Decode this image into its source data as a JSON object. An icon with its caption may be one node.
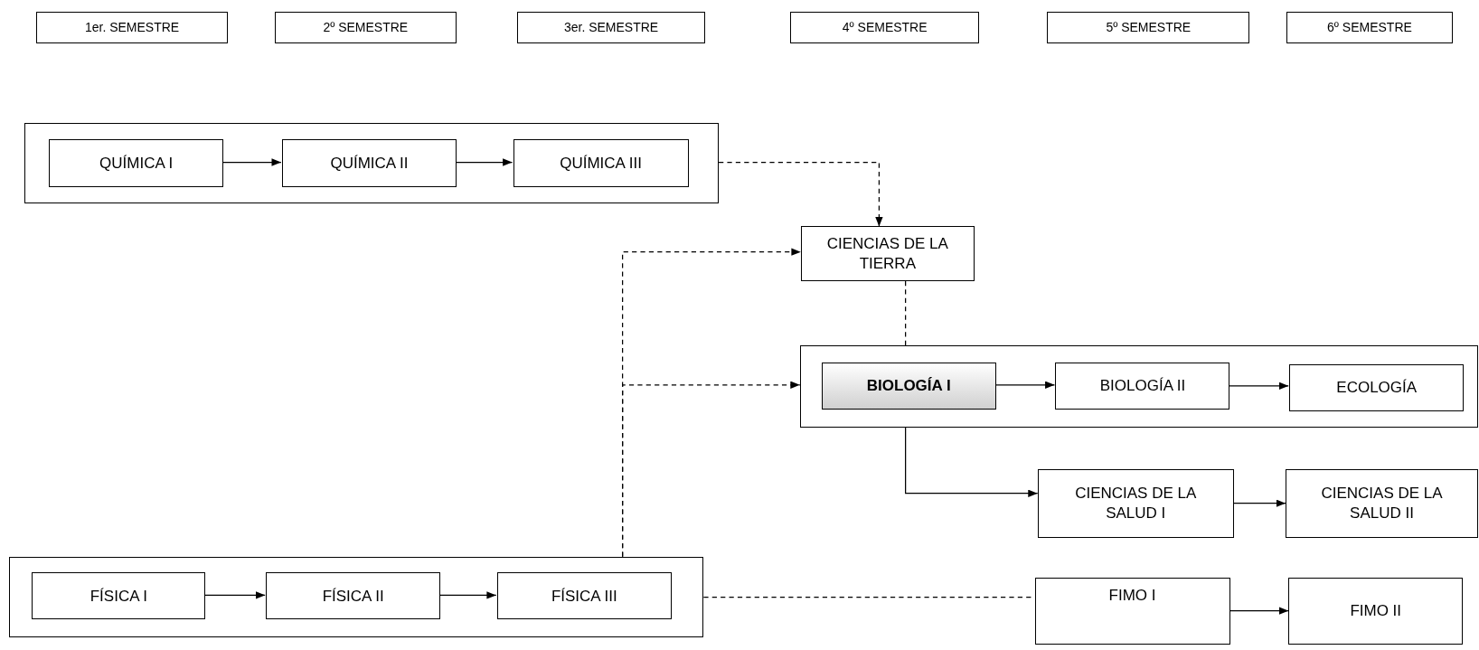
{
  "diagram": {
    "nodes": [
      {
        "text": [
          "1er. SEMESTRE"
        ]
      },
      {
        "text": [
          "2º SEMESTRE"
        ]
      },
      {
        "text": [
          "3er. SEMESTRE"
        ]
      },
      {
        "text": [
          "4º SEMESTRE"
        ]
      },
      {
        "text": [
          "5º SEMESTRE"
        ]
      },
      {
        "text": [
          "6º SEMESTRE"
        ]
      },
      {
        "text": [],
        "shape": "box"
      },
      {
        "text": [
          "QUÍMICA I"
        ],
        "in": 6
      },
      {
        "text": [
          "QUÍMICA II"
        ],
        "in": 6
      },
      {
        "text": [
          "QUÍMICA III"
        ],
        "in": 6
      },
      {
        "text": [
          "CIENCIAS DE LA TIERRA"
        ]
      },
      {
        "text": [],
        "shape": "box"
      },
      {
        "text": [
          "BIOLOGÍA I"
        ],
        "in": 11
      },
      {
        "text": [
          "BIOLOGÍA II"
        ],
        "in": 11
      },
      {
        "text": [
          "ECOLOGÍA"
        ],
        "in": 11
      },
      {
        "text": [
          "CIENCIAS DE LA SALUD I"
        ]
      },
      {
        "text": [
          "CIENCIAS DE LA SALUD II"
        ]
      },
      {
        "text": [],
        "shape": "box"
      },
      {
        "text": [
          "FÍSICA I"
        ],
        "in": 17
      },
      {
        "text": [
          "FÍSICA II"
        ],
        "in": 17
      },
      {
        "text": [
          "FÍSICA III"
        ],
        "in": 17
      },
      {
        "text": [
          "FIMO I"
        ]
      },
      {
        "text": [
          "FIMO II"
        ]
      }
    ],
    "edges": [
      {
        "from": 7,
        "to": 8,
        "arrow": "to"
      },
      {
        "from": 8,
        "to": 9,
        "arrow": "to"
      },
      {
        "from": 6,
        "to": 10,
        "arrow": "to",
        "style": "dashed"
      },
      {
        "from": 17,
        "to": 10,
        "arrow": "to",
        "style": "dashed"
      },
      {
        "from": 17,
        "to": 11,
        "arrow": "to",
        "style": "dashed"
      },
      {
        "from": 10,
        "to": 11,
        "arrow": "none",
        "style": "dashed"
      },
      {
        "from": 12,
        "to": 13,
        "arrow": "to"
      },
      {
        "from": 13,
        "to": 14,
        "arrow": "to"
      },
      {
        "from": 11,
        "to": 15,
        "arrow": "to"
      },
      {
        "from": 15,
        "to": 16,
        "arrow": "to"
      },
      {
        "from": 18,
        "to": 19,
        "arrow": "to"
      },
      {
        "from": 19,
        "to": 20,
        "arrow": "to"
      },
      {
        "from": 17,
        "to": 21,
        "arrow": "none",
        "style": "dashed"
      },
      {
        "from": 21,
        "to": 22,
        "arrow": "to"
      }
    ]
  }
}
